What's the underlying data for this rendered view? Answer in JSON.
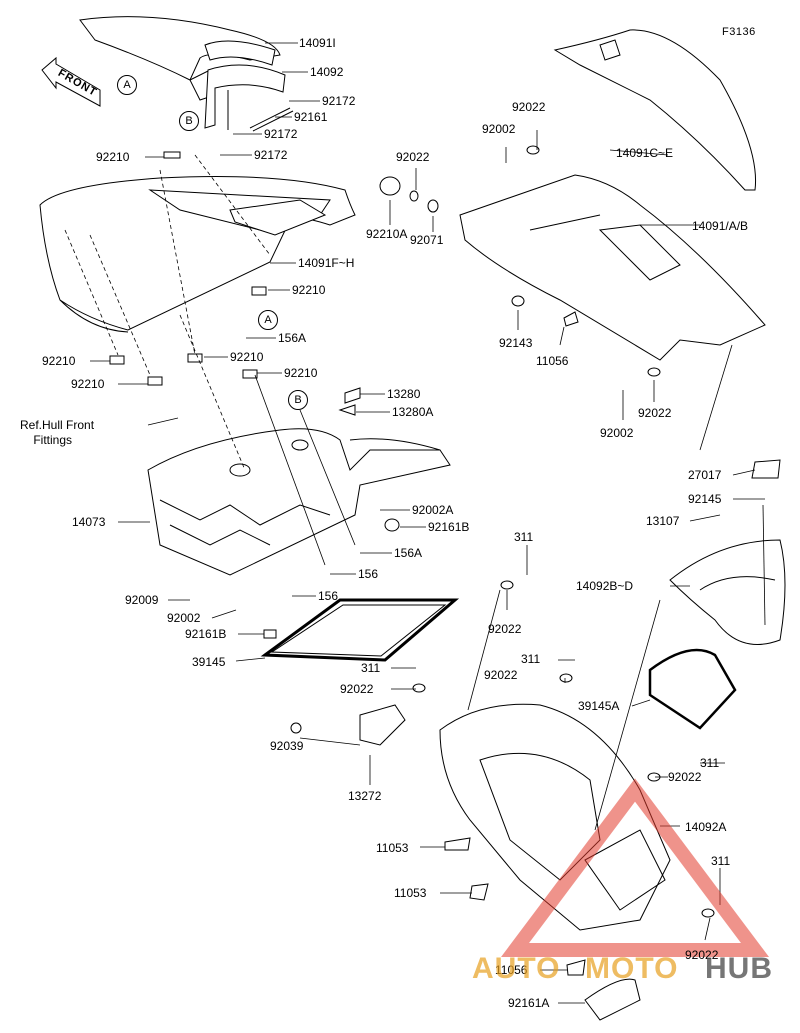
{
  "figure_code": "F3136",
  "front_label": "FRONT",
  "parts": {
    "p14091I": "14091I",
    "p14092": "14092",
    "p92172a": "92172",
    "p92161": "92161",
    "p92172b": "92172",
    "p92172c": "92172",
    "p92210top": "92210",
    "p14091FH": "14091F~H",
    "p92210r": "92210",
    "p156A_top": "156A",
    "p92210l1": "92210",
    "p92210m1": "92210",
    "p92210l2": "92210",
    "p92210m2": "92210",
    "p13280": "13280",
    "p13280A": "13280A",
    "p14073": "14073",
    "p92002A": "92002A",
    "p92161B_r": "92161B",
    "p156A_b": "156A",
    "p156a": "156",
    "p156b": "156",
    "p92009": "92009",
    "p92002_l": "92002",
    "p92161B_l": "92161B",
    "p39145": "39145",
    "p311a": "311",
    "p92022a": "92022",
    "p92039": "92039",
    "p13272": "13272",
    "p11053a": "11053",
    "p11053b": "11053",
    "p11056b": "11056",
    "p92161A": "92161A",
    "p92022_t1": "92022",
    "p92002_t": "92002",
    "p92022_t2": "92022",
    "p92210A": "92210A",
    "p92071": "92071",
    "p14091CE": "14091C~E",
    "p14091AB": "14091/A/B",
    "p92143": "92143",
    "p11056": "11056",
    "p92002_r": "92002",
    "p92022_r": "92022",
    "p27017": "27017",
    "p92145": "92145",
    "p13107": "13107",
    "p14092BD": "14092B~D",
    "p311c": "311",
    "p92022c": "92022",
    "p311b": "311",
    "p92022b": "92022",
    "p39145A": "39145A",
    "p311d": "311",
    "p92022d": "92022",
    "p14092A": "14092A",
    "p311e": "311",
    "p92022e": "92022"
  },
  "callouts": {
    "a1": "A",
    "b1": "B",
    "a2": "A",
    "b2": "B"
  },
  "reference_note": "Ref.Hull Front\n    Fittings",
  "watermark": {
    "part1": "AUTO",
    "part2": "MOTO",
    "part3": "HUB",
    "color_primary": "#e8a020",
    "color_secondary": "#555555",
    "color_triangle": "#e23a2c"
  }
}
